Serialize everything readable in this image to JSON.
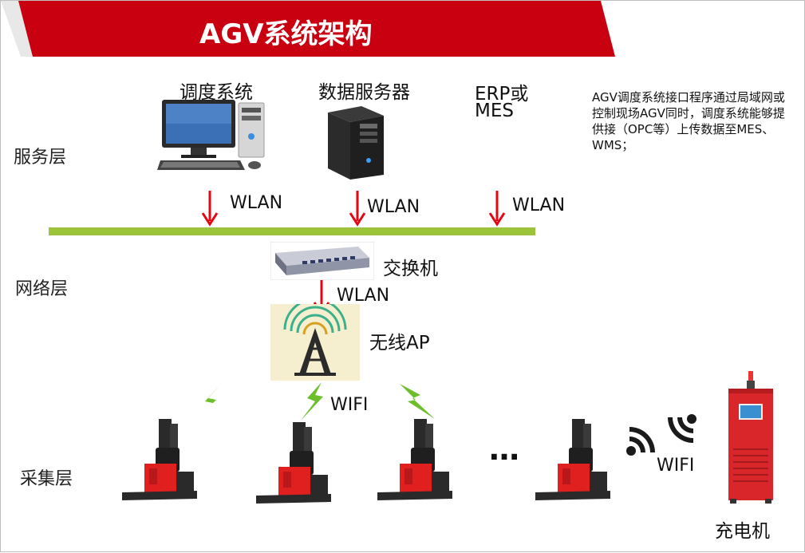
{
  "title": "AGV系统架构",
  "layers": {
    "service": "服务层",
    "network": "网络层",
    "collect": "采集层"
  },
  "nodes": {
    "dispatch": "调度系统",
    "data_server": "数据服务器",
    "erp_line1": "ERP或",
    "erp_line2": "MES",
    "switch": "交换机",
    "ap": "无线AP",
    "charger": "充电机"
  },
  "links": {
    "wlan1": "WLAN",
    "wlan2": "WLAN",
    "wlan3": "WLAN",
    "wlan4": "WLAN",
    "wifi1": "WIFI",
    "wifi2": "WIFI"
  },
  "ellipsis": "…",
  "note": "AGV调度系统接口程序通过局域网或控制现场AGV同时，调度系统能够提供接（OPC等）上传数据至MES、WMS；",
  "colors": {
    "banner": "#c8000f",
    "bus": "#9bc43a",
    "arrow": "#e30613",
    "signal": "#6cbf2a",
    "agv_red": "#e0201f",
    "charger_red": "#d8262a"
  }
}
